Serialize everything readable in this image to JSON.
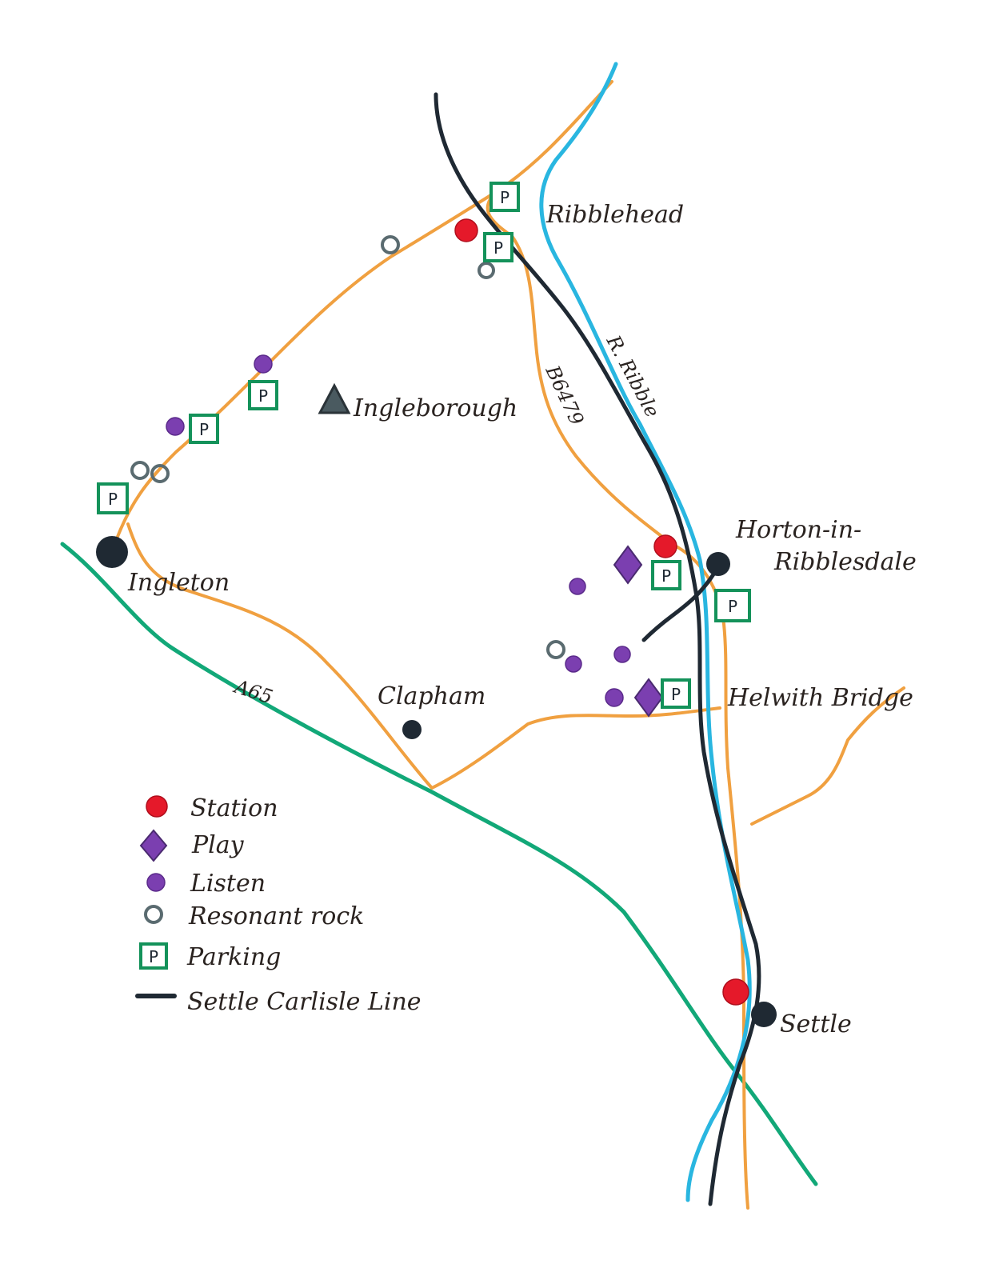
{
  "places": {
    "ribblehead": "Ribblehead",
    "ingleborough": "Ingleborough",
    "horton_line1": "Horton-in-",
    "horton_line2": "Ribblesdale",
    "ingleton": "Ingleton",
    "clapham": "Clapham",
    "helwith_bridge": "Helwith Bridge",
    "settle": "Settle"
  },
  "roads": {
    "b6479": "B6479",
    "a65": "A65",
    "river": "R. Ribble"
  },
  "parking_symbol": "P",
  "legend": {
    "station": "Station",
    "play": "Play",
    "listen": "Listen",
    "resonant_rock": "Resonant rock",
    "parking": "Parking",
    "line": "Settle Carlisle Line"
  },
  "colors": {
    "road": "#f0a040",
    "railway": "#1f2933",
    "river": "#29b6e0",
    "a65": "#12a878",
    "parking": "#14925a",
    "station": "#e5192a",
    "listen": "#7b3fb0",
    "resonant_rock": "#5a6b70"
  }
}
